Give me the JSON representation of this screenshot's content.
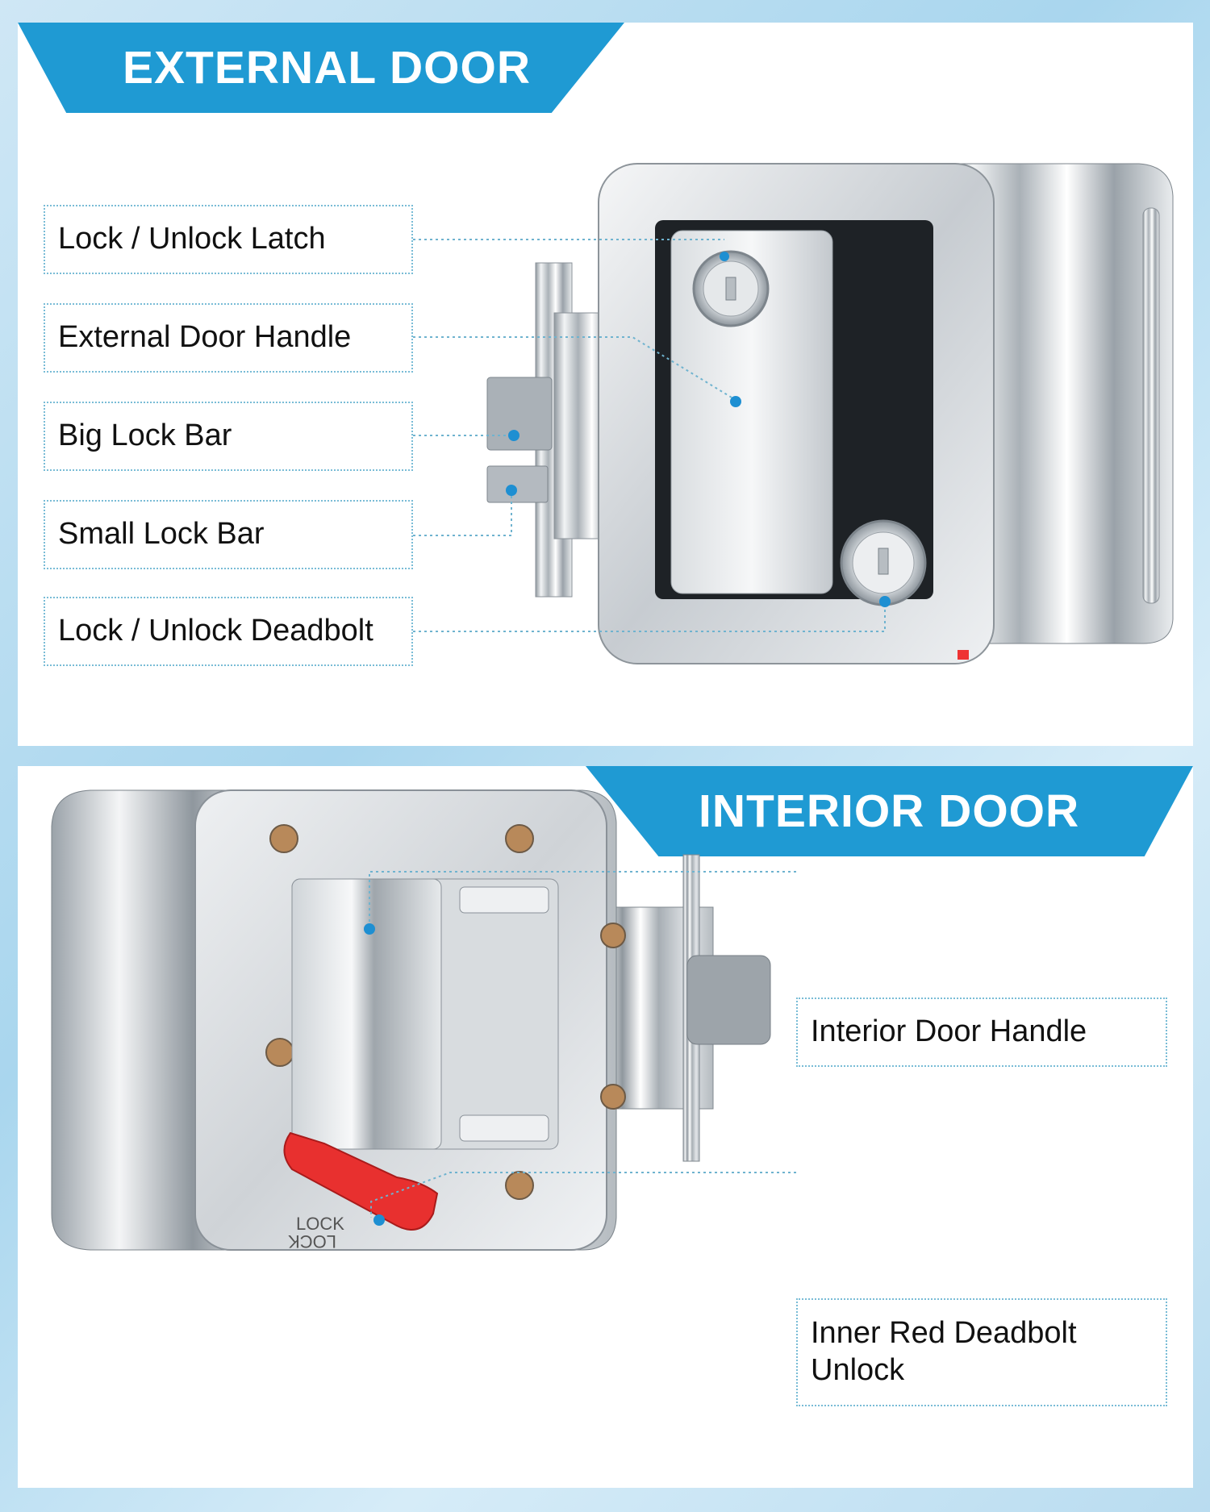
{
  "external": {
    "banner": "EXTERNAL DOOR",
    "labels": [
      "Lock / Unlock Latch",
      "External Door Handle",
      "Big Lock Bar",
      "Small Lock Bar",
      "Lock / Unlock Deadbolt"
    ]
  },
  "interior": {
    "banner": "INTERIOR DOOR",
    "labels": [
      "Interior Door Handle",
      "Inner Red Deadbolt Unlock"
    ]
  },
  "lever_text": {
    "lock1": "LOCK",
    "lock2": "LOCK"
  },
  "colors": {
    "accent": "#1f9ad3",
    "chrome": "#c9ced3",
    "red_lever": "#e8302f",
    "dot": "#1e8fd2"
  }
}
